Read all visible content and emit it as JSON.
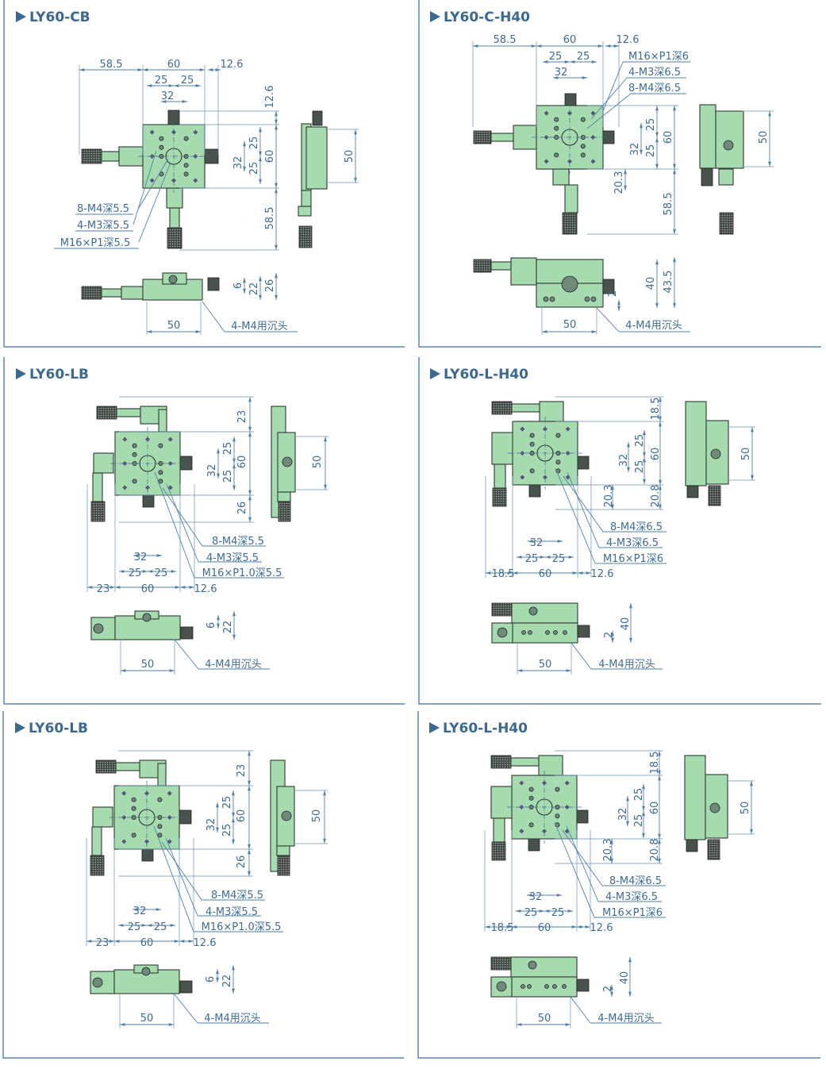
{
  "colors": {
    "title": "#3b6891",
    "dimension": "#3d6b96",
    "body": "#a6dbb0",
    "frame": "#5b86b0"
  },
  "panels": [
    {
      "title": "LY60-CB",
      "dims": [
        "58.5",
        "60",
        "12.6",
        "25",
        "25",
        "32",
        "12.6",
        "25",
        "60",
        "32",
        "25",
        "58.5",
        "8-M4深5.5",
        "4-M3深5.5",
        "M16×P1深5.5",
        "50",
        "6",
        "22",
        "26",
        "50",
        "4-M4用沉头"
      ]
    },
    {
      "title": "LY60-C-H40",
      "dims": [
        "58.5",
        "60",
        "12.6",
        "25",
        "25",
        "32",
        "M16×P1深6",
        "4-M3深6.5",
        "8-M4深6.5",
        "25",
        "60",
        "32",
        "25",
        "20.3",
        "58.5",
        "50",
        "2",
        "40",
        "43.5",
        "50",
        "4-M4用沉头"
      ]
    },
    {
      "title": "LY60-LB",
      "dims": [
        "23",
        "25",
        "60",
        "32",
        "25",
        "26",
        "50",
        "8-M4深5.5",
        "4-M3深5.5",
        "M16×P1.0深5.5",
        "32",
        "25",
        "25",
        "23",
        "60",
        "12.6",
        "6",
        "22",
        "50",
        "4-M4用沉头"
      ]
    },
    {
      "title": "LY60-L-H40",
      "dims": [
        "18.5",
        "25",
        "60",
        "32",
        "25",
        "20.3",
        "20.8",
        "50",
        "8-M4深6.5",
        "4-M3深6.5",
        "M16×P1深6",
        "32",
        "25",
        "25",
        "18.5",
        "60",
        "12.6",
        "2",
        "40",
        "50",
        "4-M4用沉头"
      ]
    },
    {
      "title": "LY60-LB",
      "dims": [
        "23",
        "25",
        "60",
        "32",
        "25",
        "26",
        "50",
        "8-M4深5.5",
        "4-M3深5.5",
        "M16×P1.0深5.5",
        "32",
        "25",
        "25",
        "23",
        "60",
        "12.6",
        "6",
        "22",
        "50",
        "4-M4用沉头"
      ]
    },
    {
      "title": "LY60-L-H40",
      "dims": [
        "18.5",
        "25",
        "60",
        "32",
        "25",
        "20.3",
        "20.8",
        "50",
        "8-M4深6.5",
        "4-M3深6.5",
        "M16×P1深6",
        "32",
        "25",
        "25",
        "18.5",
        "60",
        "12.6",
        "2",
        "40",
        "50",
        "4-M4用沉头"
      ]
    }
  ]
}
